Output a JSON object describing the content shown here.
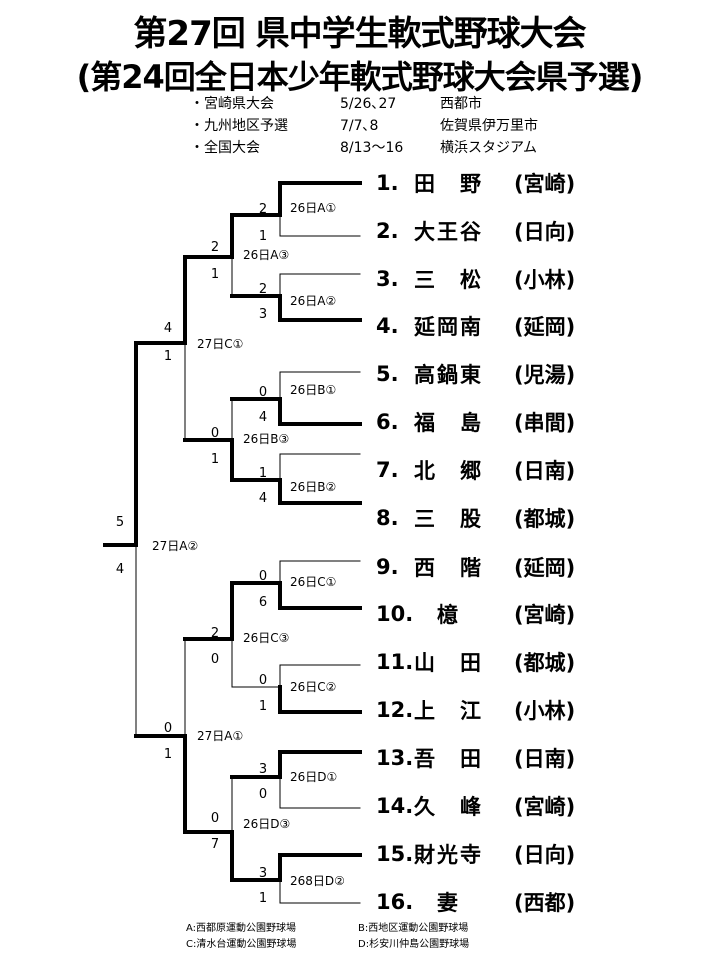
{
  "title": "第27回 県中学生軟式野球大会",
  "subtitle": "(第24回全日本少年軟式野球大会県予選)",
  "schedule": [
    {
      "name": "・宮崎県大会",
      "date": "5/26､27",
      "place": "西都市"
    },
    {
      "name": "・九州地区予選",
      "date": "7/7､8",
      "place": "佐賀県伊万里市"
    },
    {
      "name": "・全国大会",
      "date": "8/13～16",
      "place": "横浜スタジアム"
    }
  ],
  "teams": [
    {
      "num": "1.",
      "name": "田　野",
      "region": "(宮崎)"
    },
    {
      "num": "2.",
      "name": "大王谷",
      "region": "(日向)"
    },
    {
      "num": "3.",
      "name": "三　松",
      "region": "(小林)"
    },
    {
      "num": "4.",
      "name": "延岡南",
      "region": "(延岡)"
    },
    {
      "num": "5.",
      "name": "高鍋東",
      "region": "(児湯)"
    },
    {
      "num": "6.",
      "name": "福　島",
      "region": "(串間)"
    },
    {
      "num": "7.",
      "name": "北　郷",
      "region": "(日南)"
    },
    {
      "num": "8.",
      "name": "三　股",
      "region": "(都城)"
    },
    {
      "num": "9.",
      "name": "西　階",
      "region": "(延岡)"
    },
    {
      "num": "10.",
      "name": "　檍",
      "region": "(宮崎)"
    },
    {
      "num": "11.",
      "name": "山　田",
      "region": "(都城)"
    },
    {
      "num": "12.",
      "name": "上　江",
      "region": "(小林)"
    },
    {
      "num": "13.",
      "name": "吾　田",
      "region": "(日南)"
    },
    {
      "num": "14.",
      "name": "久　峰",
      "region": "(宮崎)"
    },
    {
      "num": "15.",
      "name": "財光寺",
      "region": "(日向)"
    },
    {
      "num": "16.",
      "name": "　妻",
      "region": "(西都)"
    }
  ],
  "matches": [
    {
      "label": "26日A①",
      "top": "2",
      "bottom": "1"
    },
    {
      "label": "26日A②",
      "top": "2",
      "bottom": "3"
    },
    {
      "label": "26日A③",
      "top": "2",
      "bottom": "1"
    },
    {
      "label": "26日B①",
      "top": "0",
      "bottom": "4"
    },
    {
      "label": "26日B②",
      "top": "1",
      "bottom": "4"
    },
    {
      "label": "26日B③",
      "top": "0",
      "bottom": "1"
    },
    {
      "label": "27日C①",
      "top": "4",
      "bottom": "1"
    },
    {
      "label": "26日C①",
      "top": "0",
      "bottom": "6"
    },
    {
      "label": "26日C②",
      "top": "0",
      "bottom": "1"
    },
    {
      "label": "26日C③",
      "top": "2",
      "bottom": "0"
    },
    {
      "label": "26日D①",
      "top": "3",
      "bottom": "0"
    },
    {
      "label": "268日D②",
      "top": "3",
      "bottom": "1"
    },
    {
      "label": "26日D③",
      "top": "0",
      "bottom": "7"
    },
    {
      "label": "27日A①",
      "top": "0",
      "bottom": "1"
    },
    {
      "label": "27日A②",
      "top": "5",
      "bottom": "4"
    }
  ],
  "venues": [
    "A:西都原運動公園野球場",
    "B:西地区運動公園野球場",
    "C:清水台運動公園野球場",
    "D:杉安川仲島公園野球場"
  ]
}
